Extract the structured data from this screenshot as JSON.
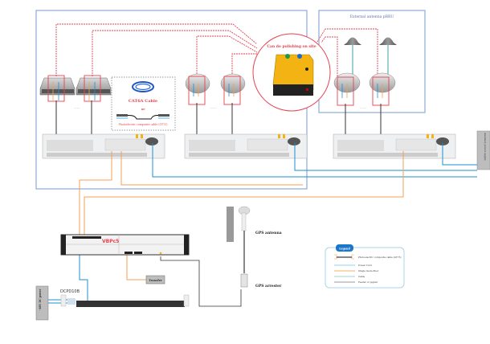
{
  "diagram": {
    "labels": {
      "external_antenna_group": "External antenna pRRU",
      "polishing_callout": "Can do polishing on site",
      "cat6a_cable": "CAT6A Cable",
      "or": "or",
      "composite_cable": "Photoelectric composite cable (GT73)",
      "vbpc": "VBPc5",
      "transfer": "Transfer",
      "dcpd": "DCPD10B",
      "power_source": "-48V DC power",
      "gps_antenna": "GPS antenna",
      "gps_arrester": "GPS arrester",
      "right_power_box": "Auxiliary power supply",
      "ellipsis": "......"
    },
    "legend": {
      "title": "Legend",
      "items": [
        {
          "label": "Photoelectric composite cable (GT73)",
          "color": "#111111",
          "style": "composite"
        },
        {
          "label": "Power Cord",
          "color": "#8fd0ea",
          "style": "line"
        },
        {
          "label": "Single mode fiber",
          "color": "#f5b06a",
          "style": "line"
        },
        {
          "label": "Cable",
          "color": "#9fd6d6",
          "style": "line"
        },
        {
          "label": "Feeder or pigtail",
          "color": "#777777",
          "style": "line"
        }
      ]
    },
    "colors": {
      "group_border": "#8ea9d8",
      "red_dash": "#e8414f",
      "fiber": "#f3a154",
      "power": "#1e8fd0",
      "gps": "#333333",
      "legend_accent": "#1976c8"
    }
  }
}
